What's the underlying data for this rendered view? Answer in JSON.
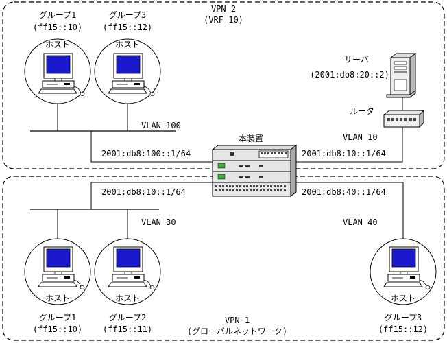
{
  "vpn2": {
    "name": "VPN 2",
    "vrf": "(VRF 10)"
  },
  "vpn1": {
    "name": "VPN 1",
    "desc": "(グローバルネットワーク)"
  },
  "device": {
    "name": "本装置"
  },
  "server": {
    "name": "サーバ",
    "address": "(2001:db8:20::2)"
  },
  "router": {
    "name": "ルータ"
  },
  "vlans": {
    "vlan100": "VLAN 100",
    "vlan10": "VLAN 10",
    "vlan30": "VLAN 30",
    "vlan40": "VLAN 40"
  },
  "addresses": {
    "a100": "2001:db8:100::1/64",
    "a10_vpn2": "2001:db8:10::1/64",
    "a10_vpn1": "2001:db8:10::1/64",
    "a40": "2001:db8:40::1/64"
  },
  "hosts": {
    "host_label": "ホスト",
    "top_left": {
      "group": "グループ1",
      "addr": "(ff15::10)"
    },
    "top_right": {
      "group": "グループ3",
      "addr": "(ff15::12)"
    },
    "bottom_left": {
      "group": "グループ1",
      "addr": "(ff15::10)"
    },
    "bottom_mid": {
      "group": "グループ2",
      "addr": "(ff15::11)"
    },
    "bottom_right": {
      "group": "グループ3",
      "addr": "(ff15::12)"
    }
  }
}
